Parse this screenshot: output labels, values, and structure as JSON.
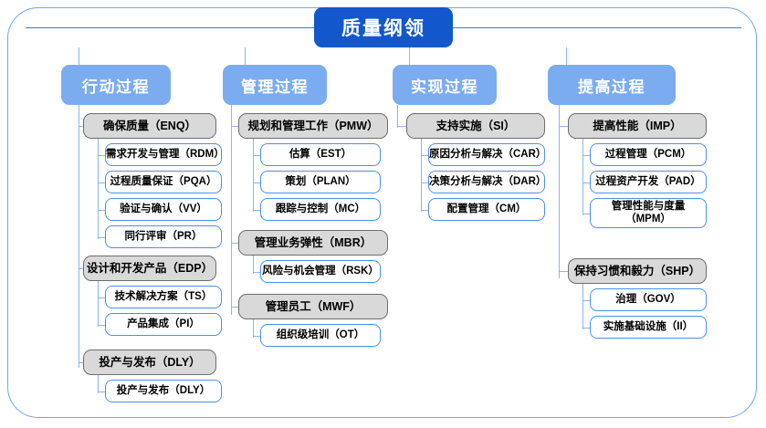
{
  "diagram": {
    "root": {
      "label": "质量纲领"
    },
    "colors": {
      "root_fill": "#1357cd",
      "header_fill": "#7cacf0",
      "parent_fill": "#d9d9d9",
      "parent_border": "#6d6d6d",
      "child_border": "#4a90f0",
      "connector": "#8ab6ef",
      "frame_border": "#6aa8f0"
    },
    "columns": [
      {
        "header": "行动过程",
        "groups": [
          {
            "parent": "确保质量（ENQ）",
            "children": [
              "需求开发与管理（RDM）",
              "过程质量保证（PQA）",
              "验证与确认（VV）",
              "同行评审（PR）"
            ]
          },
          {
            "parent": "设计和开发产品（EDP）",
            "children": [
              "技术解决方案（TS）",
              "产品集成（PI）"
            ]
          },
          {
            "parent": "投产与发布（DLY）",
            "children": [
              "投产与发布（DLY）"
            ]
          }
        ]
      },
      {
        "header": "管理过程",
        "groups": [
          {
            "parent": "规划和管理工作（PMW）",
            "children": [
              "估算（EST）",
              "策划（PLAN）",
              "跟踪与控制（MC）"
            ]
          },
          {
            "parent": "管理业务弹性（MBR）",
            "children": [
              "风险与机会管理（RSK）"
            ]
          },
          {
            "parent": "管理员工（MWF）",
            "children": [
              "组织级培训（OT）"
            ]
          }
        ]
      },
      {
        "header": "实现过程",
        "groups": [
          {
            "parent": "支持实施（SI）",
            "children": [
              "原因分析与解决（CAR）",
              "决策分析与解决（DAR）",
              "配置管理（CM）"
            ]
          }
        ]
      },
      {
        "header": "提高过程",
        "groups": [
          {
            "parent": "提高性能（IMP）",
            "children": [
              "过程管理（PCM）",
              "过程资产开发（PAD）",
              "管理性能与度量\n（MPM）"
            ]
          },
          {
            "parent": "保持习惯和毅力（SHP）",
            "children": [
              "治理（GOV）",
              "实施基础设施（II）"
            ]
          }
        ]
      }
    ]
  }
}
